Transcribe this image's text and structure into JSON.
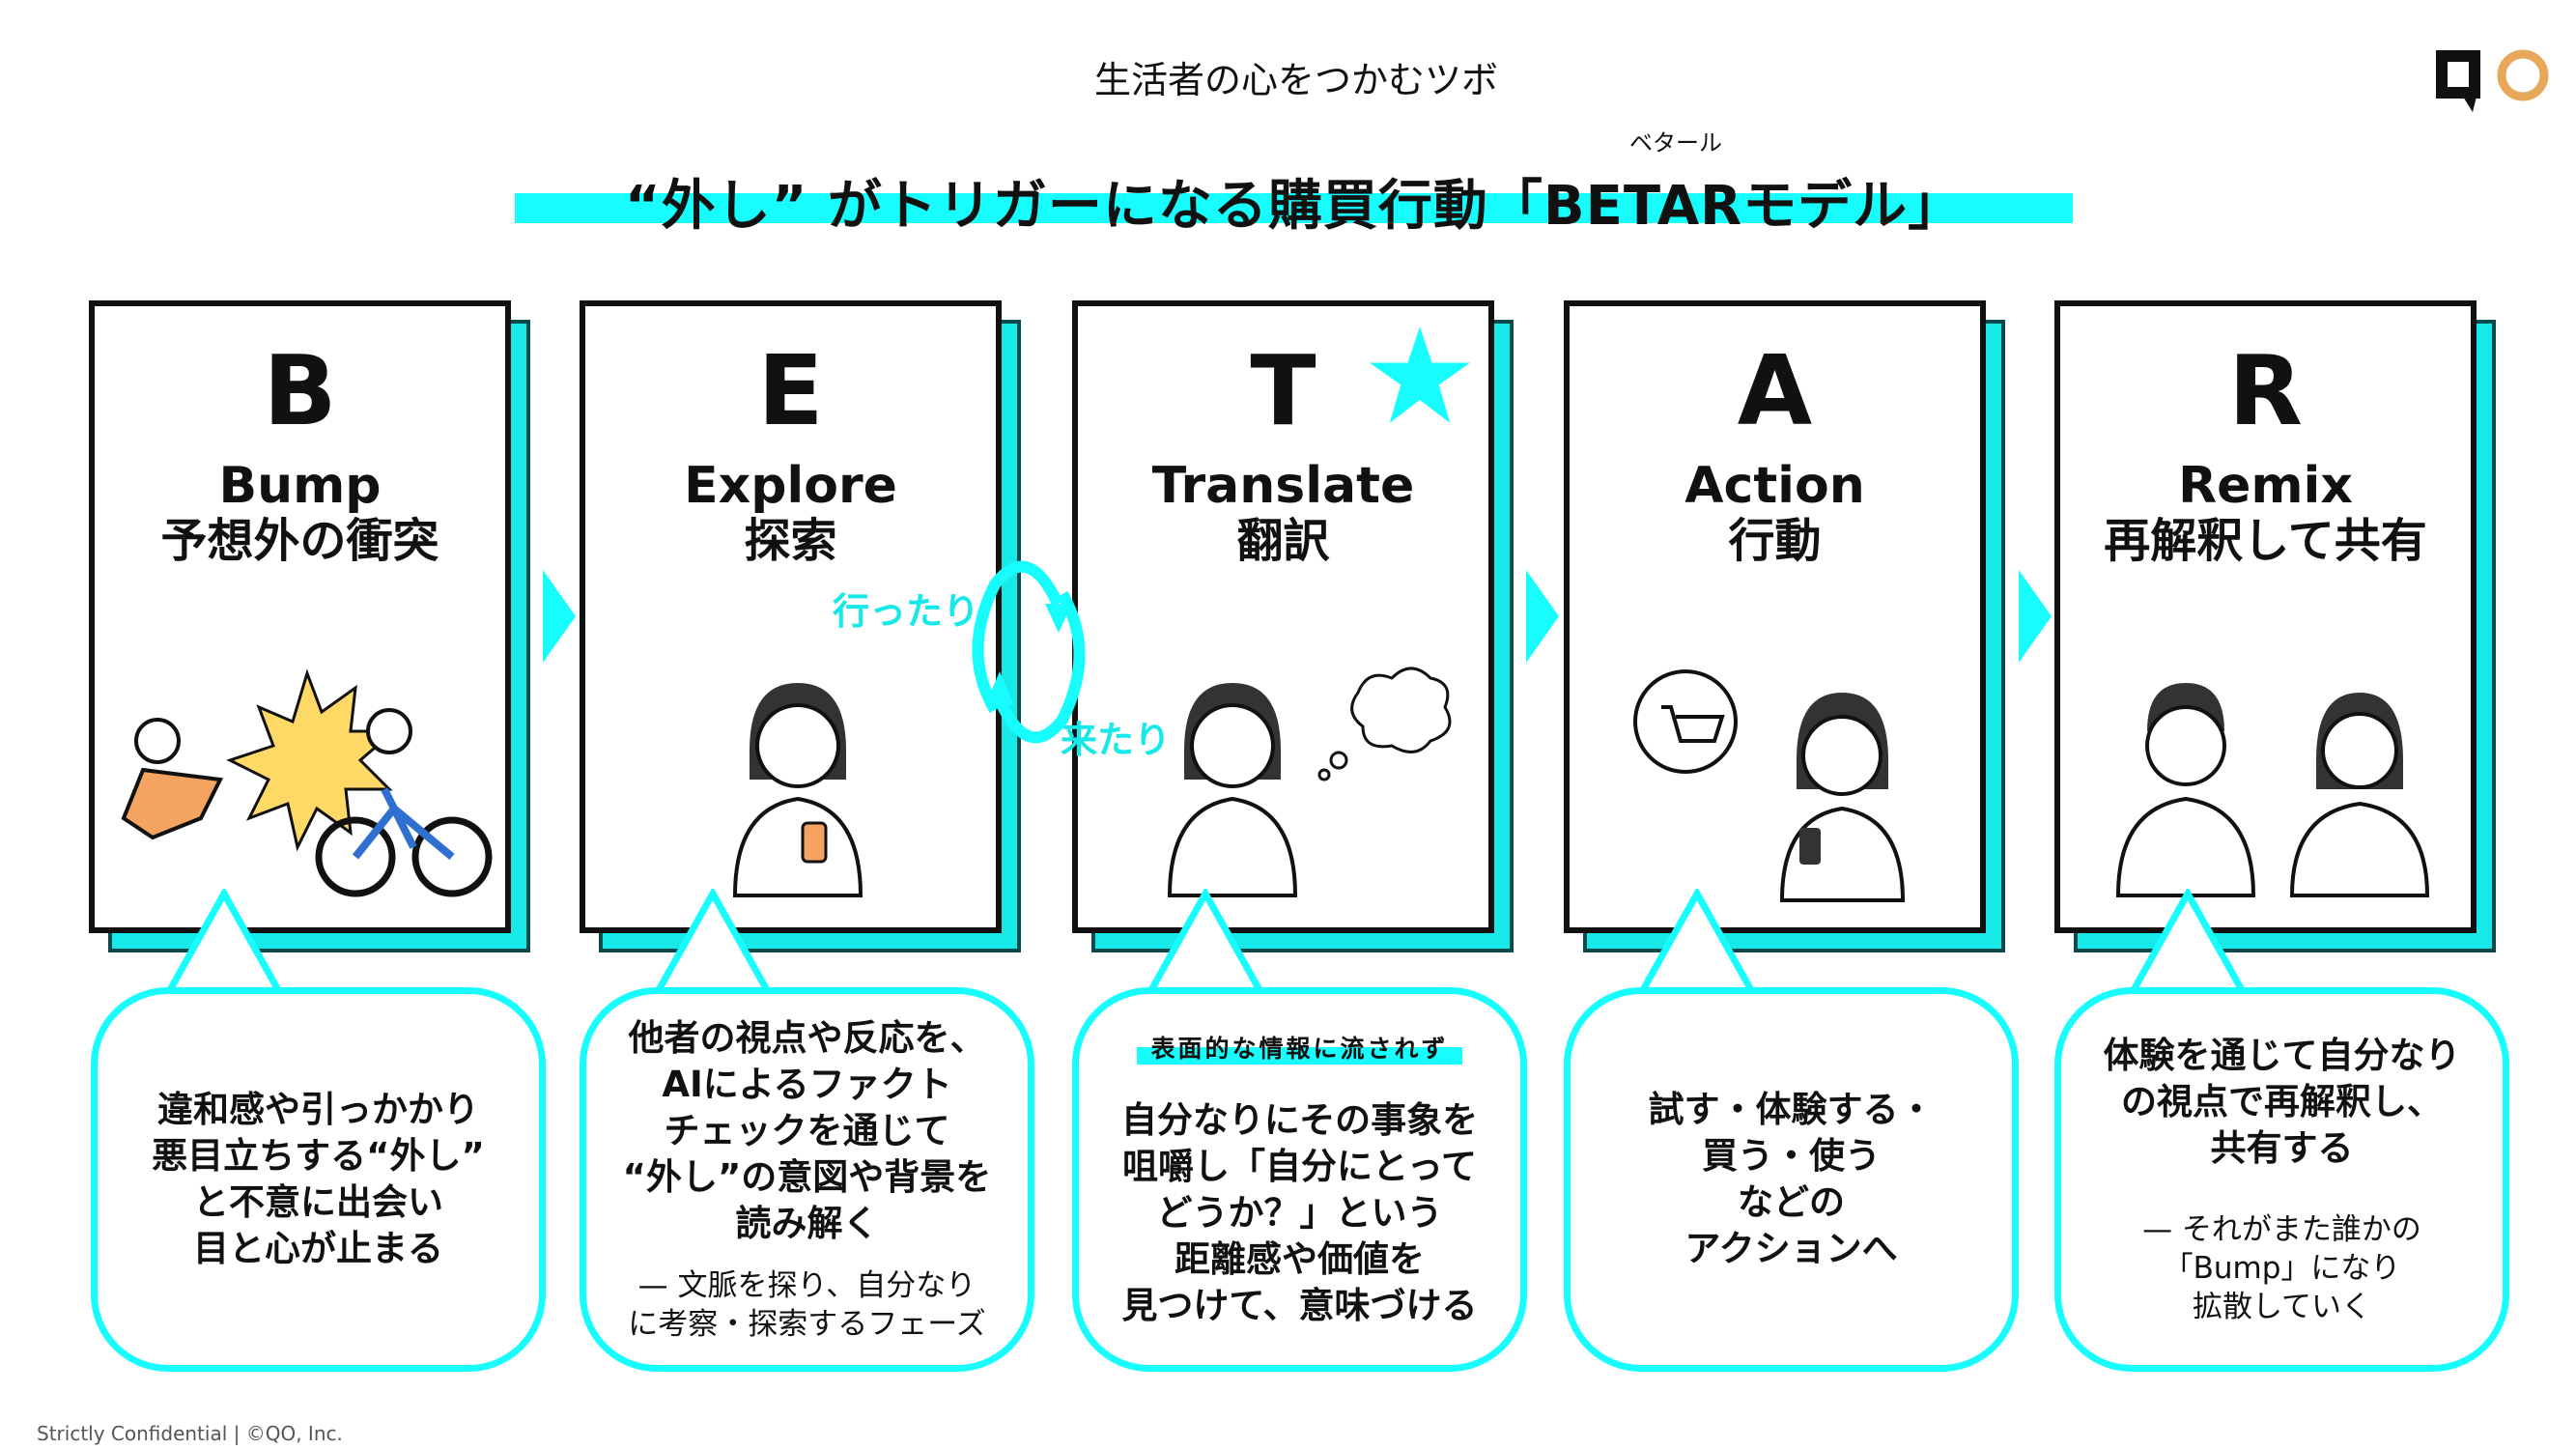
{
  "header": {
    "subtitle": "生活者の心をつかむツボ",
    "ruby": "ベタール",
    "title": "“外し” がトリガーになる購買行動「BETARモデル」"
  },
  "logo": {
    "text": "QO",
    "accent": "#e8a85a"
  },
  "accent_color": "#17fcfc",
  "cards": [
    {
      "letter": "B",
      "name": "Bump",
      "jp": "予想外の衝突"
    },
    {
      "letter": "E",
      "name": "Explore",
      "jp": "探索"
    },
    {
      "letter": "T",
      "name": "Translate",
      "jp": "翻訳"
    },
    {
      "letter": "A",
      "name": "Action",
      "jp": "行動"
    },
    {
      "letter": "R",
      "name": "Remix",
      "jp": "再解釈して共有"
    }
  ],
  "cycle": {
    "go": "行ったり",
    "come": "来たり"
  },
  "bubbles": [
    {
      "main": [
        "違和感や引っかかり",
        "悪目立ちする“外し”",
        "と不意に出会い",
        "目と心が止まる"
      ]
    },
    {
      "main": [
        "他者の視点や反応を、",
        "AIによるファクト",
        "チェックを通じて",
        "“外し”の意図や背景を",
        "読み解く"
      ],
      "sub": [
        "— 文脈を探り、自分なり",
        "に考察・探索するフェーズ"
      ]
    },
    {
      "tag": "表面的な情報に流されず",
      "main": [
        "自分なりにその事象を",
        "咀嚼し「自分にとって",
        "どうか？」という",
        "距離感や価値を",
        "見つけて、意味づける"
      ]
    },
    {
      "main": [
        "試す・体験する・",
        "買う・使う",
        "などの",
        "アクションへ"
      ]
    },
    {
      "main": [
        "体験を通じて自分なり",
        "の視点で再解釈し、",
        "共有する"
      ],
      "sub": [
        "— それがまた誰かの",
        "「Bump」になり",
        "拡散していく"
      ]
    }
  ],
  "footer": "Strictly Confidential | ©QO, Inc."
}
